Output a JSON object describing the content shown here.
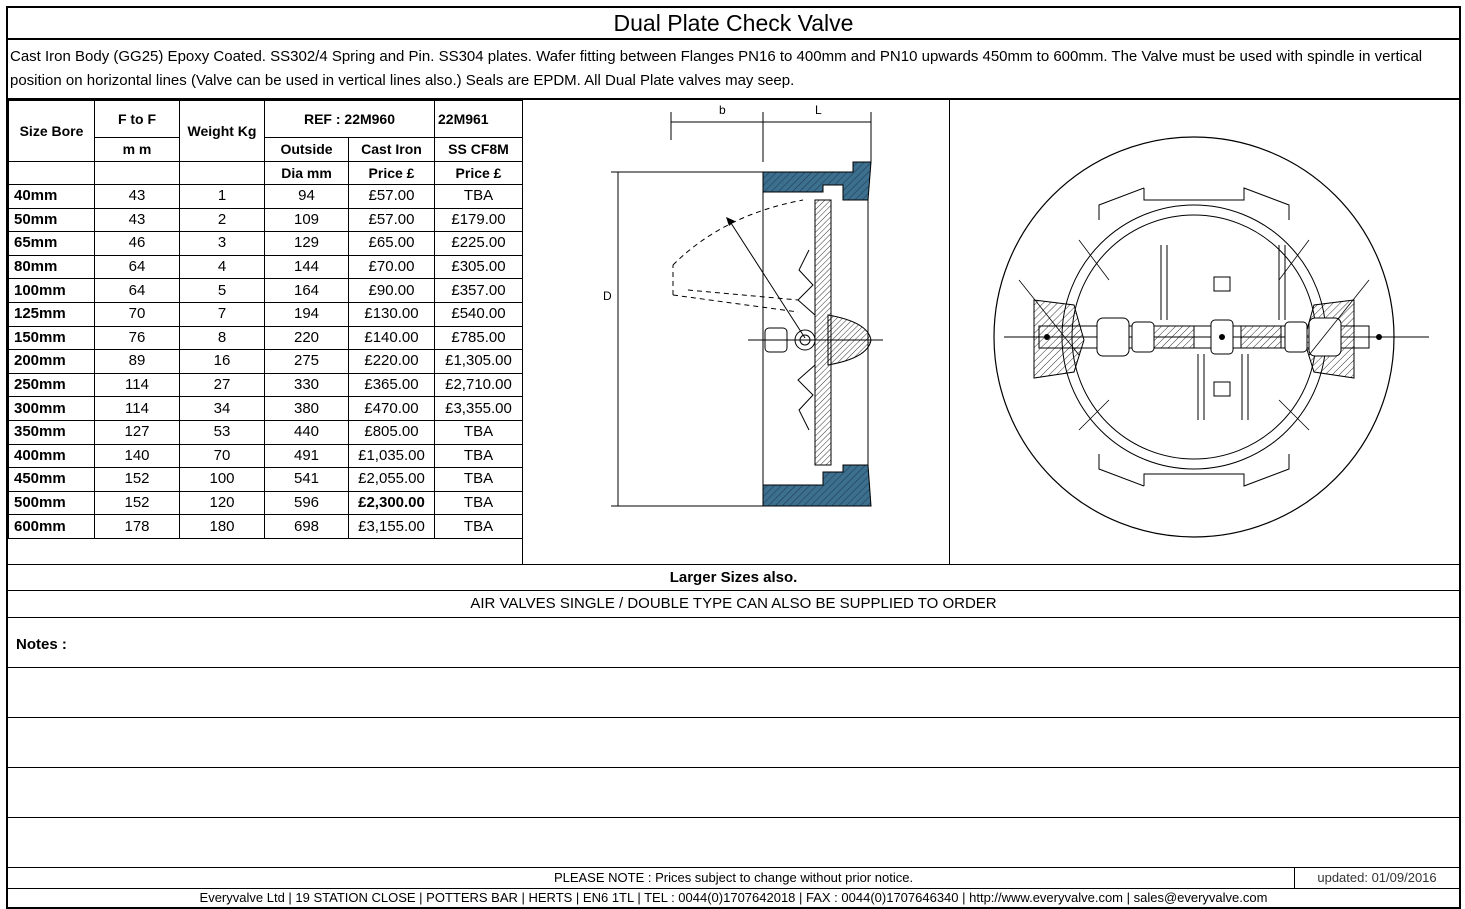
{
  "title": "Dual Plate Check Valve",
  "description": "Cast Iron Body (GG25) Epoxy Coated. SS302/4 Spring and Pin. SS304 plates. Wafer fitting  between Flanges PN16 to 400mm and PN10 upwards 450mm to 600mm. The Valve must be used with spindle in vertical position on horizontal lines (Valve can be used in vertical lines also.) Seals are EPDM. All Dual Plate valves may seep.",
  "table": {
    "h_size": "Size Bore",
    "h_ftof": "F to F",
    "h_ftof_unit": "m m",
    "h_weight": "Weight Kg",
    "h_ref": "REF : 22M960",
    "h_ref2": "22M961",
    "h_outside": "Outside",
    "h_dia": "Dia mm",
    "h_castiron": "Cast Iron",
    "h_price1": "Price £",
    "h_sscf8m": "SS CF8M",
    "h_price2": "Price £",
    "rows": [
      {
        "size": "40mm",
        "ftof": "43",
        "weight": "1",
        "od": "94",
        "ci": "£57.00",
        "ss": "TBA"
      },
      {
        "size": "50mm",
        "ftof": "43",
        "weight": "2",
        "od": "109",
        "ci": "£57.00",
        "ss": "£179.00"
      },
      {
        "size": "65mm",
        "ftof": "46",
        "weight": "3",
        "od": "129",
        "ci": "£65.00",
        "ss": "£225.00"
      },
      {
        "size": "80mm",
        "ftof": "64",
        "weight": "4",
        "od": "144",
        "ci": "£70.00",
        "ss": "£305.00"
      },
      {
        "size": "100mm",
        "ftof": "64",
        "weight": "5",
        "od": "164",
        "ci": "£90.00",
        "ss": "£357.00"
      },
      {
        "size": "125mm",
        "ftof": "70",
        "weight": "7",
        "od": "194",
        "ci": "£130.00",
        "ss": "£540.00"
      },
      {
        "size": "150mm",
        "ftof": "76",
        "weight": "8",
        "od": "220",
        "ci": "£140.00",
        "ss": "£785.00"
      },
      {
        "size": "200mm",
        "ftof": "89",
        "weight": "16",
        "od": "275",
        "ci": "£220.00",
        "ss": "£1,305.00"
      },
      {
        "size": "250mm",
        "ftof": "114",
        "weight": "27",
        "od": "330",
        "ci": "£365.00",
        "ss": "£2,710.00"
      },
      {
        "size": "300mm",
        "ftof": "114",
        "weight": "34",
        "od": "380",
        "ci": "£470.00",
        "ss": "£3,355.00"
      },
      {
        "size": "350mm",
        "ftof": "127",
        "weight": "53",
        "od": "440",
        "ci": "£805.00",
        "ss": "TBA"
      },
      {
        "size": "400mm",
        "ftof": "140",
        "weight": "70",
        "od": "491",
        "ci": "£1,035.00",
        "ss": "TBA"
      },
      {
        "size": "450mm",
        "ftof": "152",
        "weight": "100",
        "od": "541",
        "ci": "£2,055.00",
        "ss": "TBA"
      },
      {
        "size": "500mm",
        "ftof": "152",
        "weight": "120",
        "od": "596",
        "ci": "£2,300.00",
        "ss": "TBA",
        "ci_bold": true
      },
      {
        "size": "600mm",
        "ftof": "178",
        "weight": "180",
        "od": "698",
        "ci": "£3,155.00",
        "ss": "TBA"
      }
    ]
  },
  "drawing": {
    "label_b": "b",
    "label_l": "L",
    "label_d": "D"
  },
  "larger_sizes": "Larger Sizes also.",
  "air_valves": "AIR VALVES SINGLE / DOUBLE TYPE CAN ALSO BE SUPPLIED TO ORDER",
  "notes_label": "Notes :",
  "please_note": "PLEASE NOTE : Prices subject to change without prior notice.",
  "updated": "updated: 01/09/2016",
  "footer": "Everyvalve Ltd | 19 STATION CLOSE | POTTERS BAR | HERTS | EN6 1TL | TEL : 0044(0)1707642018 | FAX : 0044(0)1707646340 | http://www.everyvalve.com | sales@everyvalve.com",
  "colors": {
    "body_fill": "#3d6f8f"
  }
}
